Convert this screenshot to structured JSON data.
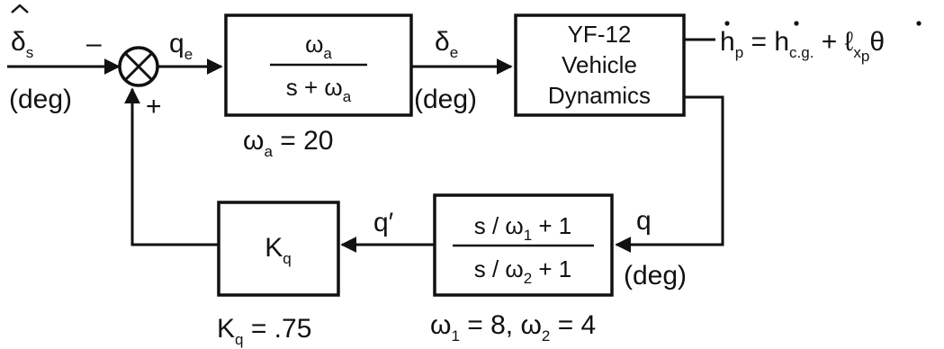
{
  "input": {
    "symbol": "δ",
    "subscript": "s",
    "unit": "(deg)"
  },
  "summing_junction": {
    "minus_sign": "–",
    "plus_sign": "+"
  },
  "error_signal": {
    "symbol": "q",
    "subscript": "e"
  },
  "actuator": {
    "numerator": {
      "symbol": "ω",
      "subscript": "a"
    },
    "denominator": {
      "lead": "s + ω",
      "subscript": "a"
    },
    "parameter": {
      "symbol": "ω",
      "subscript": "a",
      "value": " = 20"
    }
  },
  "elevator_signal": {
    "symbol": "δ",
    "subscript": "e",
    "unit": "(deg)"
  },
  "vehicle": {
    "line1": "YF-12",
    "line2": "Vehicle",
    "line3": "Dynamics"
  },
  "output": {
    "lhs": "h",
    "lhs_subscript": "p",
    "eq": " = ",
    "term1": "h",
    "term1_subscript": "c.g.",
    "plus": " + ",
    "term2": "ℓ",
    "term2_subscript": "x",
    "term2_subsubscript": "p",
    "term3": "θ"
  },
  "feedback_signal": {
    "symbol": "q",
    "unit": "(deg)"
  },
  "filter": {
    "numerator": {
      "lead": "s / ω",
      "subscript": "1",
      "tail": " + 1"
    },
    "denominator": {
      "lead": "s / ω",
      "subscript": "2",
      "tail": " + 1"
    },
    "parameter": {
      "w1": "ω",
      "w1_sub": "1",
      "w1_val": " = 8, ",
      "w2": "ω",
      "w2_sub": "2",
      "w2_val": " = 4"
    }
  },
  "filtered_signal": {
    "symbol": "q′"
  },
  "gain": {
    "symbol": "K",
    "subscript": "q",
    "parameter": {
      "symbol": "K",
      "subscript": "q",
      "value": " = .75"
    }
  }
}
